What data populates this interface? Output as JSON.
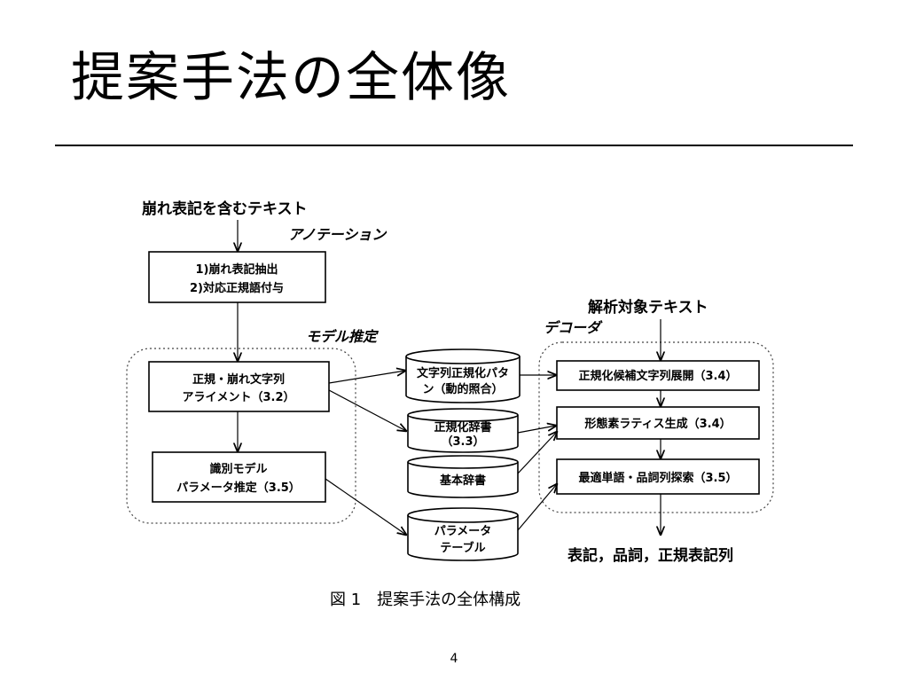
{
  "slide": {
    "title": "提案手法の全体像",
    "page_number": "4"
  },
  "diagram": {
    "input_text": "崩れ表記を含むテキスト",
    "annotation_label": "アノテーション",
    "extract_box": {
      "line1": "1)崩れ表記抽出",
      "line2": "2)対応正規語付与"
    },
    "model_group_label": "モデル推定",
    "align_box": {
      "line1": "正規・崩れ文字列",
      "line2": "アライメント（3.2）"
    },
    "param_box": {
      "line1": "識別モデル",
      "line2": "パラメータ推定（3.5）"
    },
    "db_pattern": {
      "line1": "文字列正規化パタ",
      "line2": "ン（動的照合）"
    },
    "db_norm_dict": {
      "line1": "正規化辞書",
      "line2": "（3.3）"
    },
    "db_basic_dict": {
      "line1": "基本辞書"
    },
    "db_param_table": {
      "line1": "パラメータ",
      "line2": "テーブル"
    },
    "target_text": "解析対象テキスト",
    "decoder_group_label": "デコーダ",
    "expand_box": "正規化候補文字列展開（3.4）",
    "lattice_box": "形態素ラティス生成（3.4）",
    "search_box": "最適単語・品詞列探索（3.5）",
    "output_text": "表記，品詞，正規表記列",
    "caption": "図 1　提案手法の全体構成"
  }
}
